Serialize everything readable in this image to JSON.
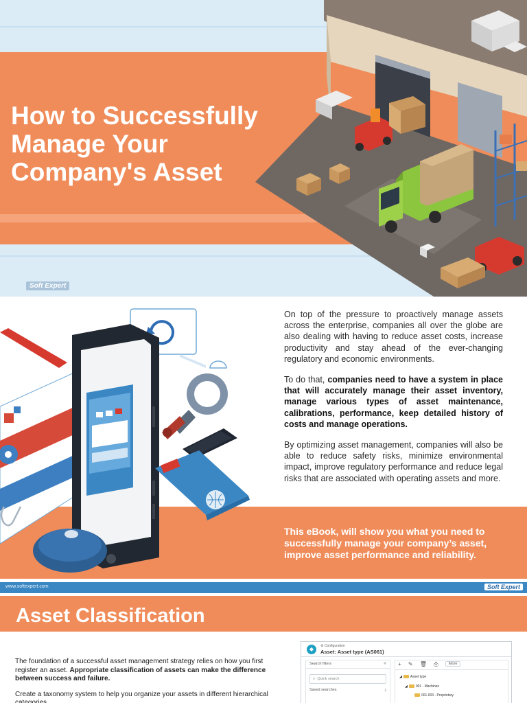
{
  "cover": {
    "title_lines": [
      "How to Successfully",
      "Manage Your",
      "Company's Asset"
    ],
    "logo": "Soft Expert"
  },
  "intro": {
    "p1": "On top of the pressure to proactively manage assets across the enterprise, companies all over the globe are also dealing with having to reduce asset costs, increase productivity and stay ahead of the ever-changing regulatory and economic environments.",
    "p2_lead": "To do that, ",
    "p2_bold": "companies need to have a system in place that will accurately manage their asset inventory, manage various types of asset maintenance, calibrations, performance, keep detailed history of costs and manage operations.",
    "p3": "By optimizing asset management, companies will also be able to reduce safety risks, minimize environmental impact, improve regulatory performance and reduce legal risks that are associated with operating assets and more.",
    "callout": "This eBook, will show you what you need to successfully manage your company’s asset, improve asset performance and reliability.",
    "url": "www.softexpert.com",
    "footer_logo": "Soft Expert"
  },
  "classification": {
    "title": "Asset Classification",
    "p1_lead": "The foundation of a successful asset management strategy relies on how you first register an asset. ",
    "p1_bold": "Appropriate classification of assets can make the difference between success and failure.",
    "p2": "Create a taxonomy system to help you organize your assets in different hierarchical categories."
  },
  "app": {
    "crumb": "⚙ Configuration",
    "title": "Asset: Asset type (AS061)",
    "search_filters": "Search filters",
    "collapse": "«",
    "quick_search": "Quick search",
    "saved_searches": "Saved searches",
    "more": "More",
    "tree": [
      "Asset type",
      "001 - Machines",
      "001.003 - Proprietary"
    ]
  },
  "colors": {
    "orange": "#f08c5a",
    "sky": "#dcecf7",
    "footer_blue": "#3a87c4"
  }
}
